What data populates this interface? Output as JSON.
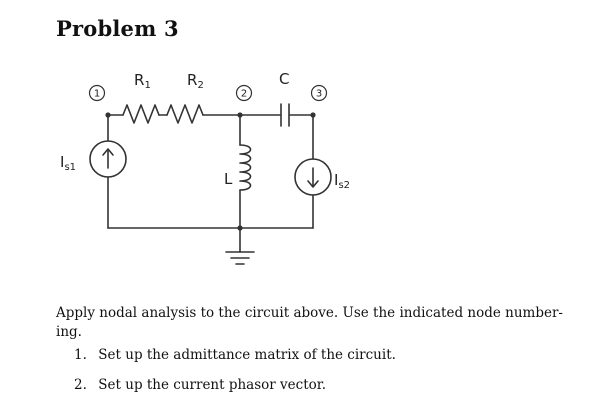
{
  "problem": {
    "title": "Problem 3"
  },
  "circuit": {
    "nodes": [
      "1",
      "2",
      "3"
    ],
    "components": {
      "r1": "R",
      "r1_sub": "1",
      "r2": "R",
      "r2_sub": "2",
      "c": "C",
      "l": "L",
      "is1": "I",
      "is1_sub": "s1",
      "is2": "I",
      "is2_sub": "s2"
    }
  },
  "text": {
    "instruction_line1": "Apply nodal analysis to the circuit above. Use the indicated node number-",
    "instruction_line2": "ing.",
    "steps": [
      {
        "num": "1.",
        "text": "Set up the admittance matrix of the circuit."
      },
      {
        "num": "2.",
        "text": "Set up the current phasor vector."
      }
    ]
  }
}
